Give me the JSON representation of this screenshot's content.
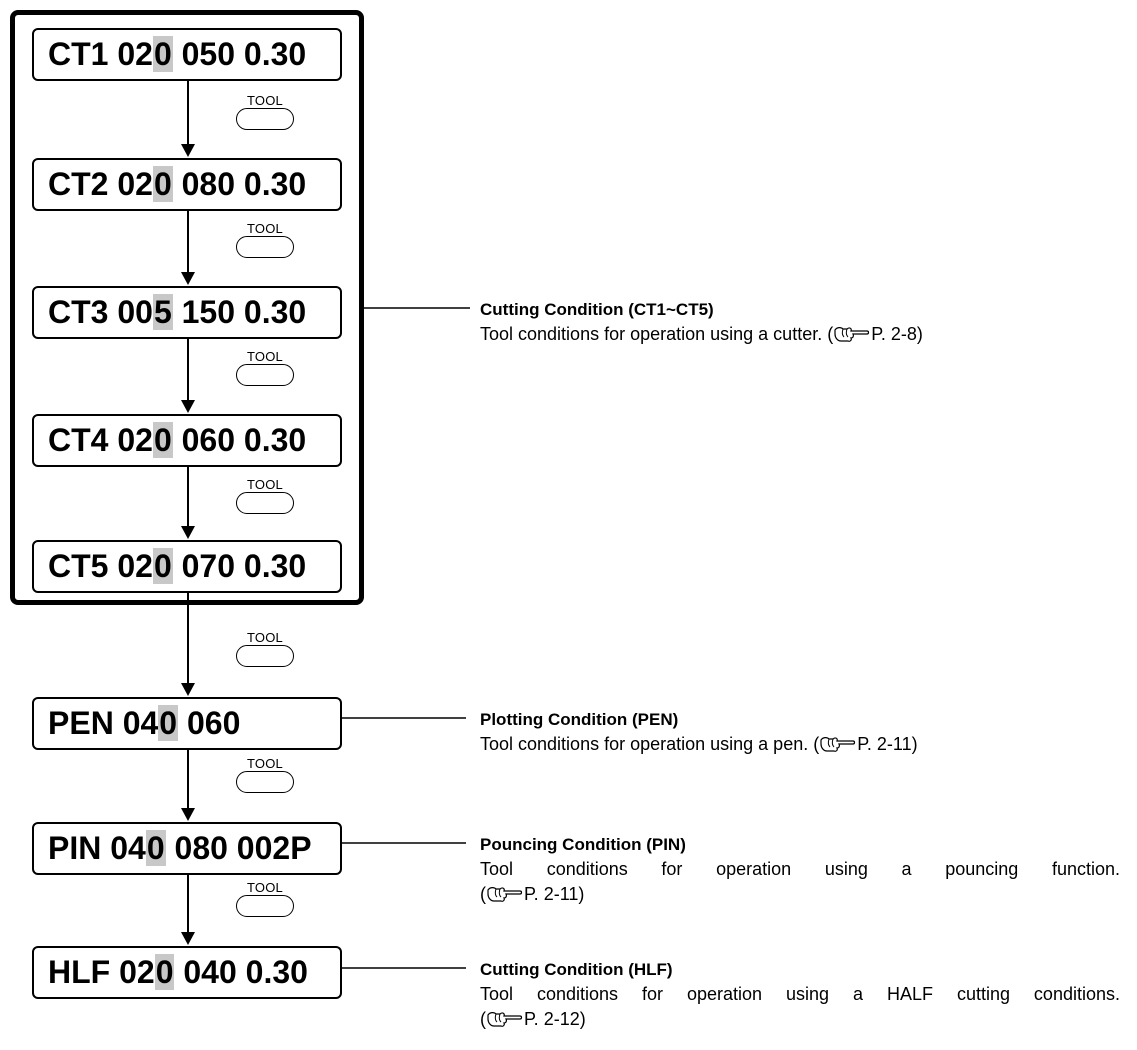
{
  "displays": [
    {
      "prefix": "CT1 02",
      "cursor": "0",
      "suffix": " 050 0.30"
    },
    {
      "prefix": "CT2 02",
      "cursor": "0",
      "suffix": " 080 0.30"
    },
    {
      "prefix": "CT3 00",
      "cursor": "5",
      "suffix": " 150 0.30"
    },
    {
      "prefix": "CT4 02",
      "cursor": "0",
      "suffix": " 060 0.30"
    },
    {
      "prefix": "CT5 02",
      "cursor": "0",
      "suffix": " 070 0.30"
    },
    {
      "prefix": "PEN 04",
      "cursor": "0",
      "suffix": " 060"
    },
    {
      "prefix": "PIN 04",
      "cursor": "0",
      "suffix": " 080 002P"
    },
    {
      "prefix": "HLF 02",
      "cursor": "0",
      "suffix": " 040 0.30"
    }
  ],
  "key_label": "TOOL",
  "descriptions": [
    {
      "title": "Cutting Condition (CT1~CT5)",
      "line1": "Tool conditions for operation using a cutter. (",
      "ref": "P. 2-8)",
      "line2": ""
    },
    {
      "title": "Plotting Condition (PEN)",
      "line1": "Tool conditions for operation using a pen. (",
      "ref": "P. 2-11)",
      "line2": ""
    },
    {
      "title": "Pouncing Condition (PIN)",
      "line1": "Tool conditions for operation using a pouncing function.",
      "ref": "P. 2-11)",
      "line2": "("
    },
    {
      "title": "Cutting Condition (HLF)",
      "line1": "Tool conditions for operation using a HALF cutting conditions.",
      "ref": "P. 2-12)",
      "line2": "("
    }
  ]
}
